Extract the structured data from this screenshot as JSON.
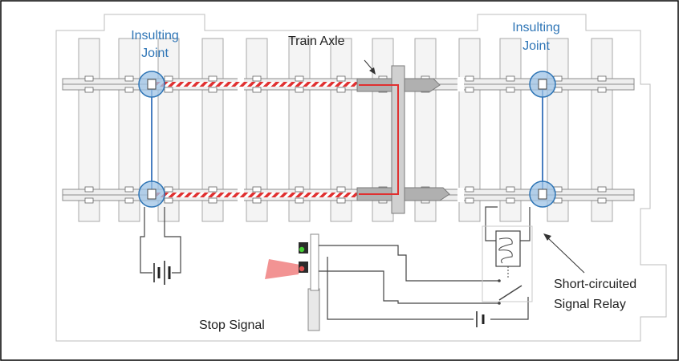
{
  "labels": {
    "insulating_joint_left_line1": "Insulting",
    "insulating_joint_left_line2": "Joint",
    "insulating_joint_right_line1": "Insulting",
    "insulating_joint_right_line2": "Joint",
    "train_axle": "Train Axle",
    "stop_signal": "Stop Signal",
    "relay_line1": "Short-circuited",
    "relay_line2": "Signal Relay"
  },
  "colors": {
    "joint_label": "#2e75b6",
    "joint_fill": "#9dc3e6",
    "joint_stroke": "#2e75b6",
    "track_circuit_wire": "#4a7fc1",
    "short_circuit_red": "#e03030",
    "signal_red_light": "#f08080",
    "signal_green_light": "#44cc33",
    "rail": "#8c8c8c",
    "sleeper_fill": "#f4f4f4",
    "sleeper_stroke": "#a8a8a8",
    "frame_stroke": "#bdbdbd",
    "wire": "#444444"
  },
  "icons": {
    "battery_left": "battery-icon",
    "battery_right": "battery-icon",
    "relay_coil": "relay-coil-icon",
    "relay_contact": "switch-contact-icon"
  }
}
